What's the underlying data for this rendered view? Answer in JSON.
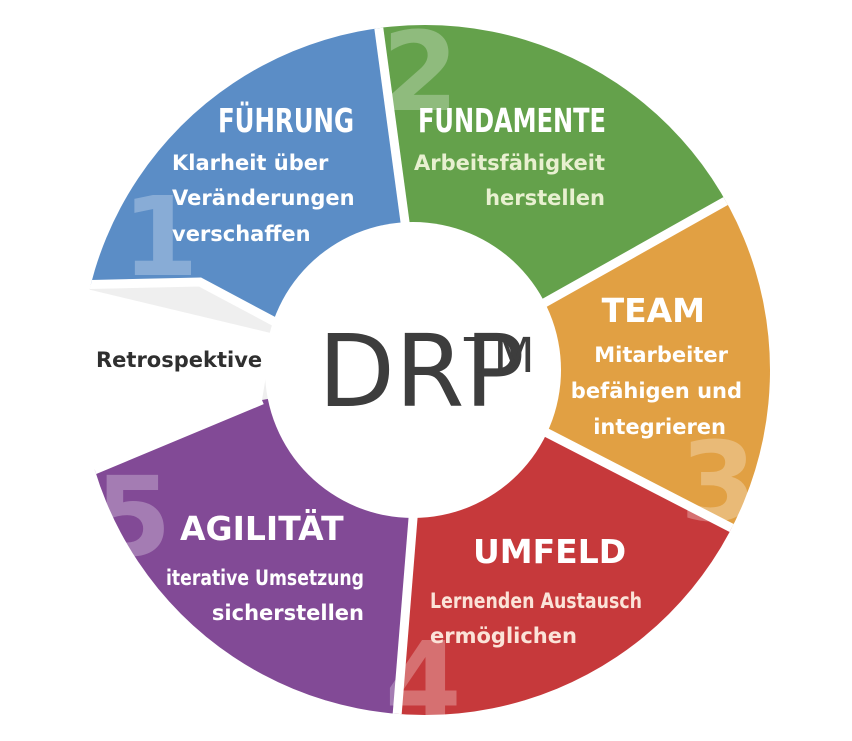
{
  "center": {
    "title": "DRP",
    "superscript": "TM"
  },
  "segments": [
    {
      "key": "fuehrung",
      "number": "1",
      "title": "FÜHRUNG",
      "lines": [
        "Klarheit über",
        "Veränderungen",
        "verschaffen"
      ],
      "color": "#5b8dc6",
      "text_color": "#ffffff"
    },
    {
      "key": "fundamente",
      "number": "2",
      "title": "FUNDAMENTE",
      "lines": [
        "Arbeitsfähigkeit",
        "herstellen"
      ],
      "color": "#64a14b",
      "text_color": "#e8f0d0"
    },
    {
      "key": "team",
      "number": "3",
      "title": "TEAM",
      "lines": [
        "Mitarbeiter",
        "befähigen und",
        "integrieren"
      ],
      "color": "#e1a043",
      "text_color": "#ffffff"
    },
    {
      "key": "umfeld",
      "number": "4",
      "title": "UMFELD",
      "lines": [
        "Lernenden Austausch",
        "ermöglichen"
      ],
      "color": "#c6393b",
      "text_color": "#fbe3d8"
    },
    {
      "key": "agilitaet",
      "number": "5",
      "title": "AGILITÄT",
      "lines": [
        "iterative Umsetzung",
        "sicherstellen"
      ],
      "color": "#824a96",
      "text_color": "#ffffff"
    }
  ],
  "retrospektive": {
    "label": "Retrospektive",
    "color": "#efefef"
  }
}
